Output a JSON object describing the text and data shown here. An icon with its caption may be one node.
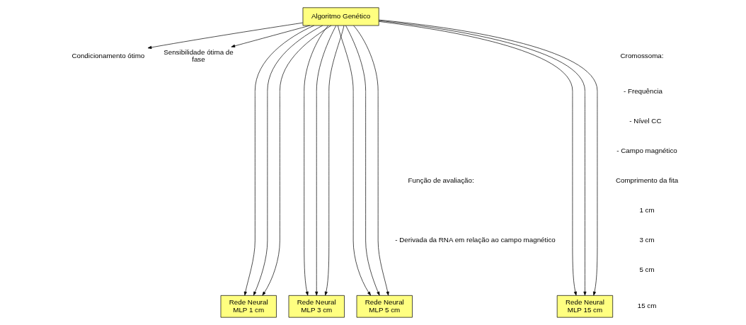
{
  "diagram": {
    "nodes": [
      {
        "text": [
          "Algoritmo Genético"
        ]
      },
      {
        "text": [
          "Condicionamento ótimo"
        ]
      },
      {
        "text": [
          "Sensibilidade ótima de fase"
        ]
      },
      {
        "text": [
          "Rede Neural MLP 1 cm"
        ]
      },
      {
        "text": [
          "Rede Neural MLP 3 cm"
        ]
      },
      {
        "text": [
          "Rede Neural MLP 5 cm"
        ]
      },
      {
        "text": [
          "Rede Neural MLP 15 cm"
        ]
      }
    ],
    "edges": [
      {
        "from": 0,
        "to": 1,
        "arrow": "to"
      },
      {
        "from": 0,
        "to": 2,
        "arrow": "to"
      },
      {
        "from": 0,
        "to": 3,
        "arrow": "to"
      },
      {
        "from": 0,
        "to": 3,
        "arrow": "to"
      },
      {
        "from": 0,
        "to": 3,
        "arrow": "to"
      },
      {
        "from": 0,
        "to": 4,
        "arrow": "to"
      },
      {
        "from": 0,
        "to": 4,
        "arrow": "to"
      },
      {
        "from": 0,
        "to": 4,
        "arrow": "to"
      },
      {
        "from": 0,
        "to": 5,
        "arrow": "to"
      },
      {
        "from": 0,
        "to": 5,
        "arrow": "to"
      },
      {
        "from": 0,
        "to": 5,
        "arrow": "to"
      },
      {
        "from": 0,
        "to": 6,
        "arrow": "to"
      },
      {
        "from": 0,
        "to": 6,
        "arrow": "to"
      },
      {
        "from": 0,
        "to": 6,
        "arrow": "to"
      }
    ],
    "labels": [
      "Cromossoma:",
      "- Frequência",
      "- Nível CC",
      "- Campo magnético",
      "Função de avaliação:",
      "- Derivada da RNA em relação ao campo magnético",
      "Comprimento da fita",
      "1 cm",
      "3 cm",
      "5 cm",
      "15 cm"
    ]
  }
}
